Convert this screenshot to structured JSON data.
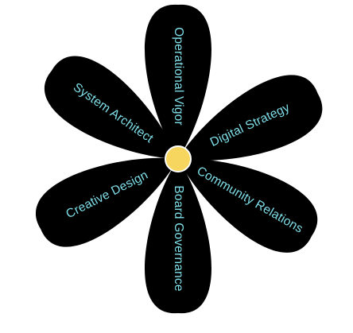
{
  "colors": {
    "background": "#ffffff",
    "petal_fill": "#000000",
    "label_text": "#7fdfe8",
    "center_fill": "#f6d65e",
    "center_stroke": "#ffffff"
  },
  "center": {
    "label": ""
  },
  "petals": [
    {
      "label": "Operational Vigor"
    },
    {
      "label": "Digital Strategy"
    },
    {
      "label": "Community Relations"
    },
    {
      "label": "Board Governance"
    },
    {
      "label": "Creative Design"
    },
    {
      "label": "System Architect"
    }
  ]
}
